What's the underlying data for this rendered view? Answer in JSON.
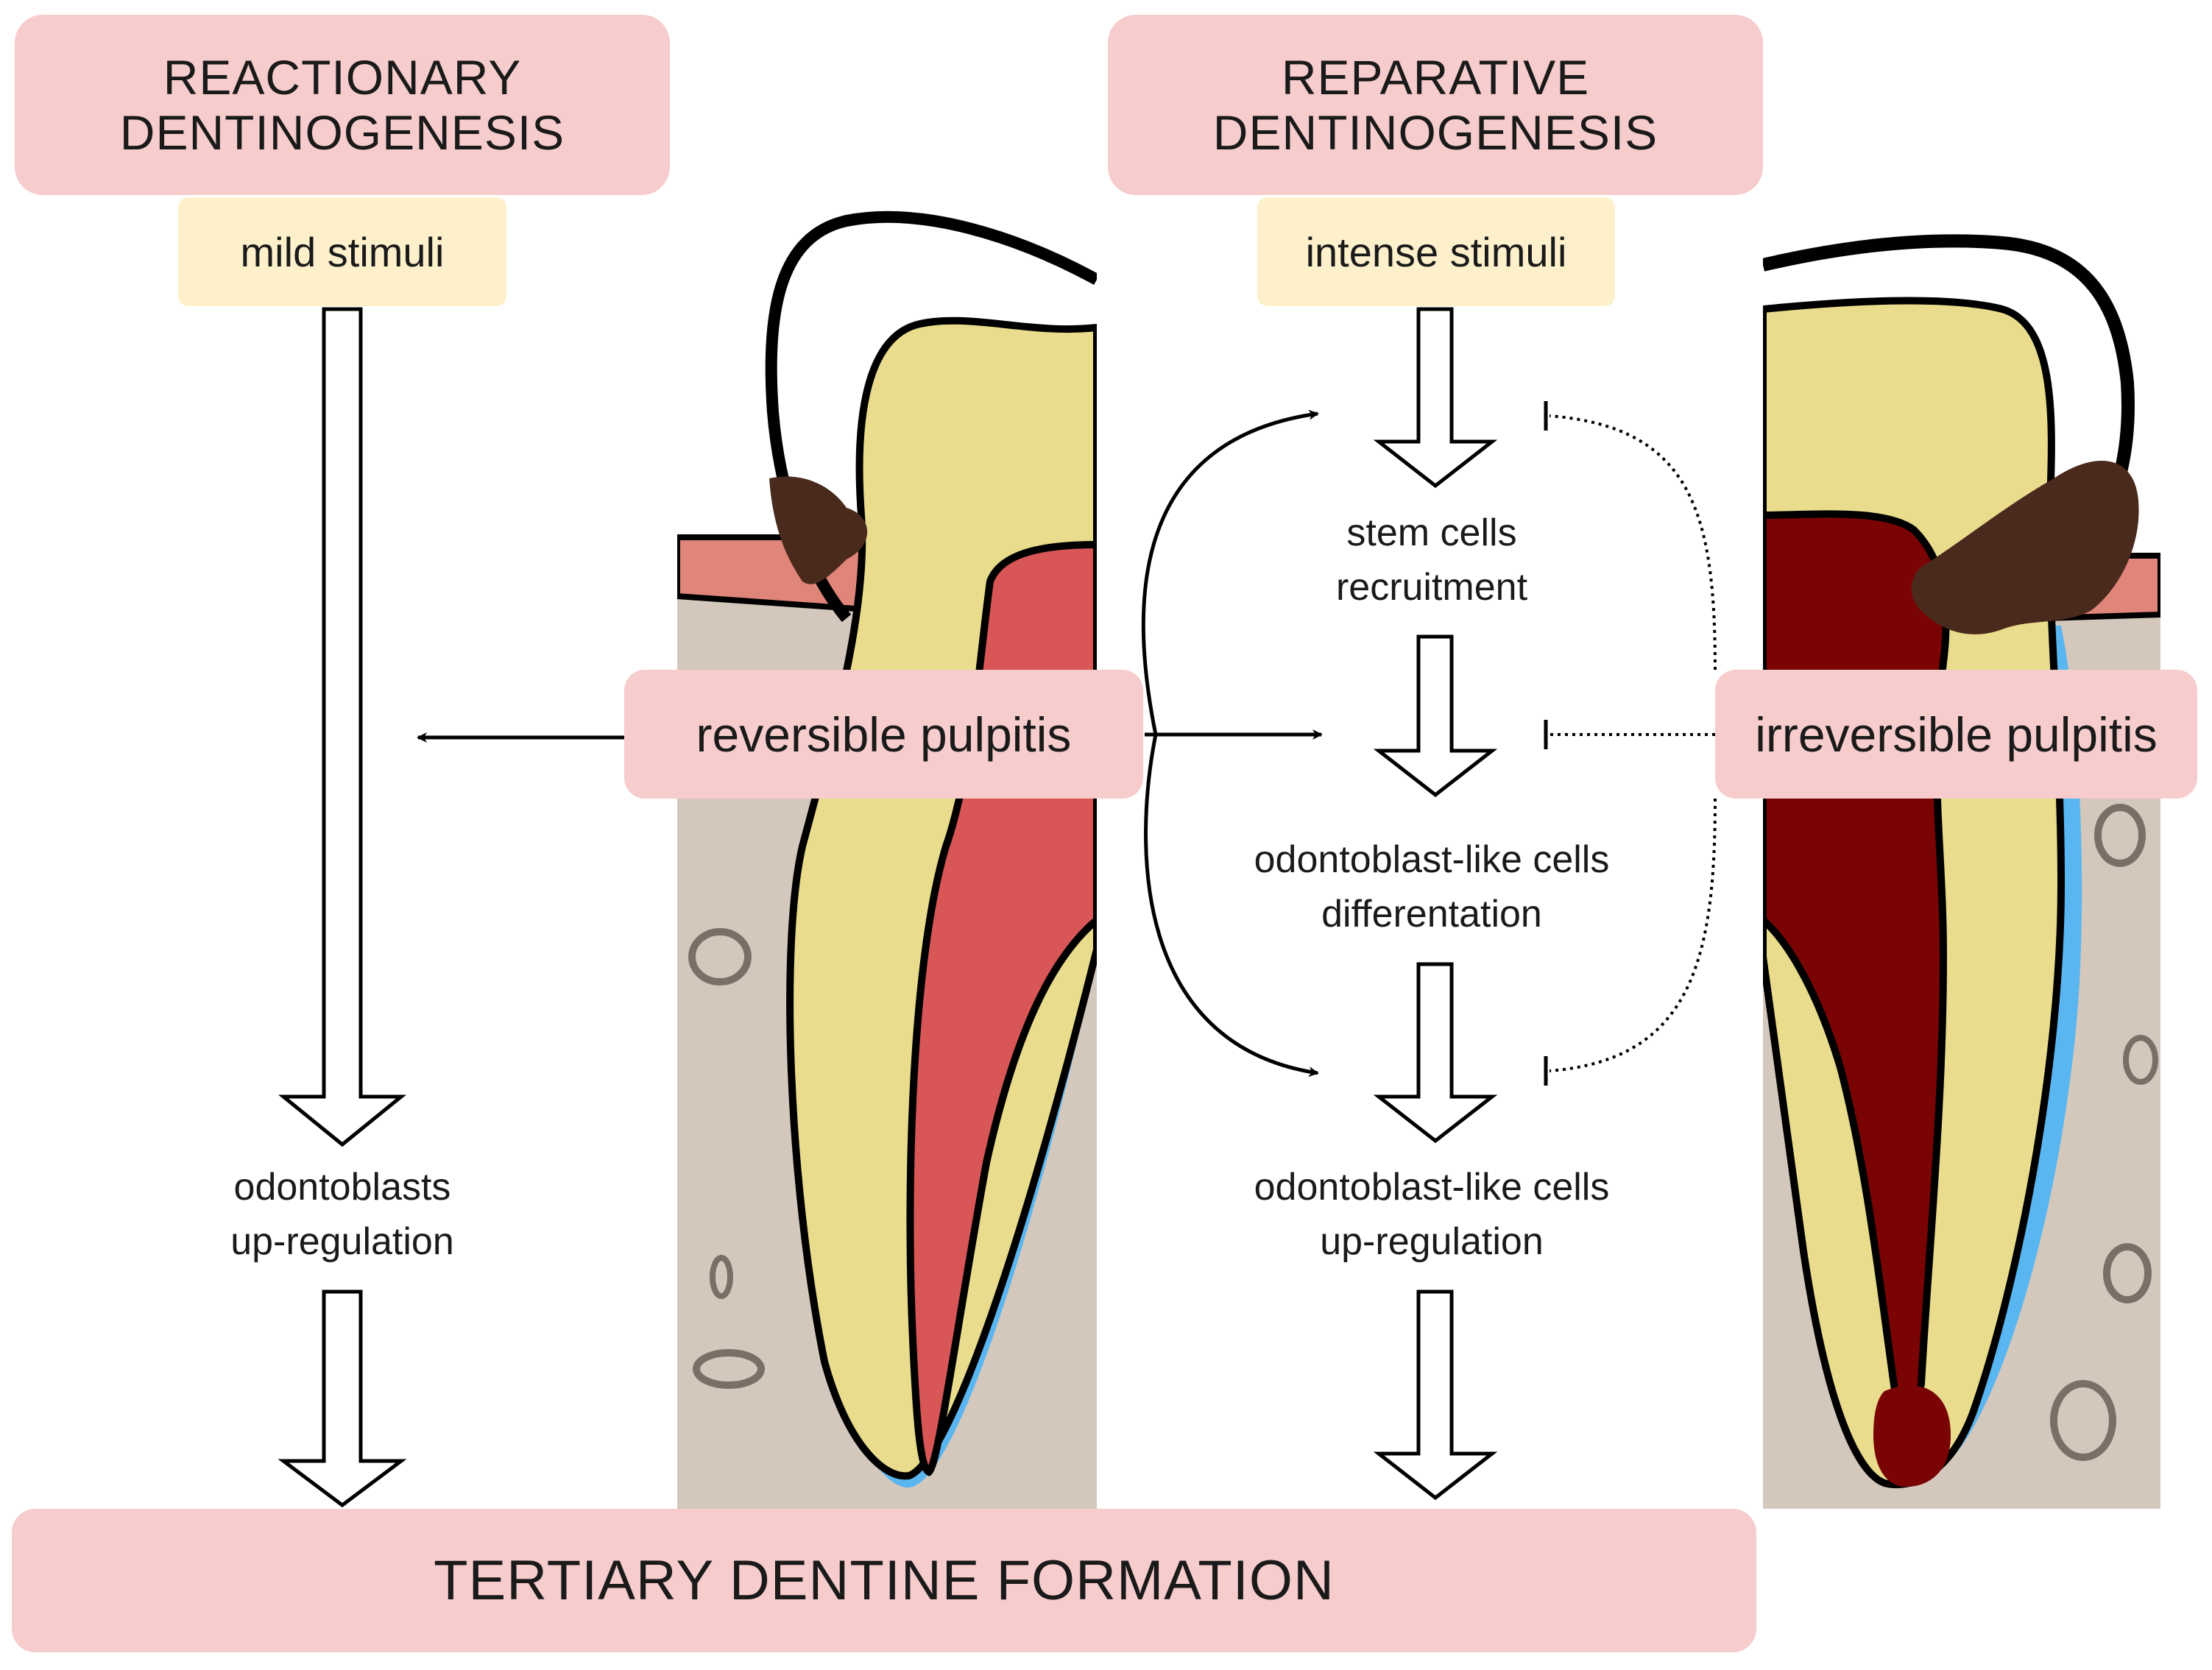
{
  "reactionary_title": "REACTIONARY\nDENTINOGENESIS",
  "reparative_title": "REPARATIVE\nDENTINOGENESIS",
  "mild_stimuli": "mild stimuli",
  "intense_stimuli": "intense stimuli",
  "reversible_pulpitis": "reversible pulpitis",
  "irreversible_pulpitis": "irreversible pulpitis",
  "odontoblasts_upregulation": "odontoblasts\nup-regulation",
  "stem_cells_recruitment": "stem cells\nrecruitment",
  "odontoblast_like_differentiation": "odontoblast-like cells\ndifferentation",
  "odontoblast_like_upregulation": "odontoblast-like cells\nup-regulation",
  "tertiary_dentine_formation": "TERTIARY DENTINE FORMATION",
  "colors": {
    "box_pink": "#f7cccc",
    "box_cream": "#fdf0cb",
    "bone": "#d4c8bd",
    "dentin": "#e9dc8c",
    "pulp_healthy": "#d85656",
    "pulp_inflamed": "#7a0404",
    "caries": "#4a2a1c",
    "gingiva": "#e0857a",
    "periodontal_ligament": "#5ab6f0"
  }
}
